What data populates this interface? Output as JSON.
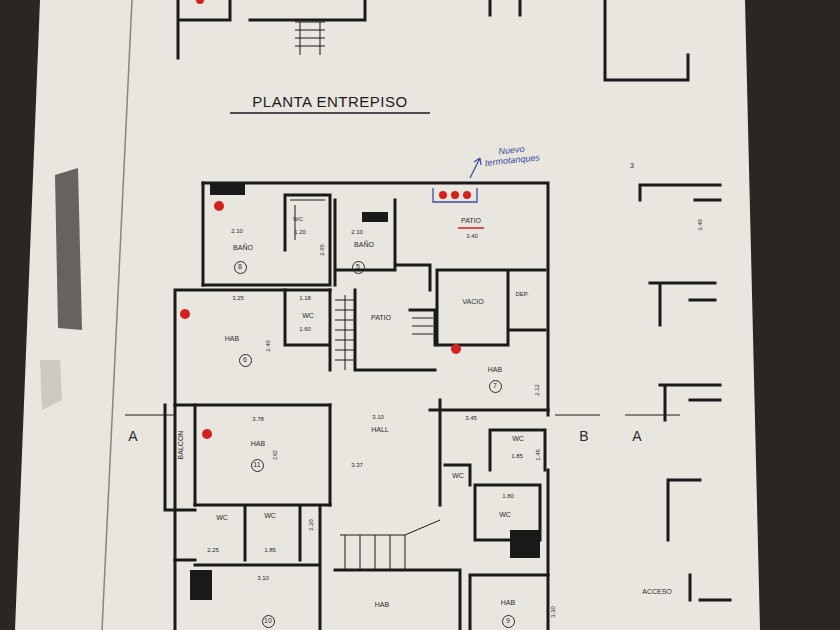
{
  "diagram": {
    "title": "PLANTA ENTREPISO",
    "nodes": [
      {
        "text": [
          "8"
        ]
      },
      {
        "text": [
          "5"
        ]
      },
      {
        "text": [
          "6"
        ]
      },
      {
        "text": [
          "7"
        ]
      },
      {
        "text": [
          "11"
        ]
      },
      {
        "text": [
          "10"
        ]
      },
      {
        "text": [
          "9"
        ]
      }
    ],
    "labels": [
      "Nuevo termotanques",
      "3",
      "2.10",
      "BAÑO",
      "WC",
      "1.20",
      "2.65",
      "2.10",
      "BAÑO",
      "PATIO",
      "3.40",
      "3.25",
      "1.18",
      "WC",
      "1.60",
      "HAB",
      "2.40",
      "PATIO",
      "VACIO",
      "DEP.",
      "HAB",
      "2.12",
      "A",
      "3.78",
      "3.10",
      "HALL",
      "3.45",
      "BALCON",
      "HAB",
      "2.62",
      "3.37",
      "WC",
      "1.85",
      "1.45",
      "B",
      "A",
      "WC",
      "1.80",
      "WC",
      "WC",
      "WC",
      "2.20",
      "2.25",
      "1.85",
      "3.10",
      "HAB",
      "HAB",
      "3.30",
      "ACCESO",
      "3.40"
    ]
  }
}
